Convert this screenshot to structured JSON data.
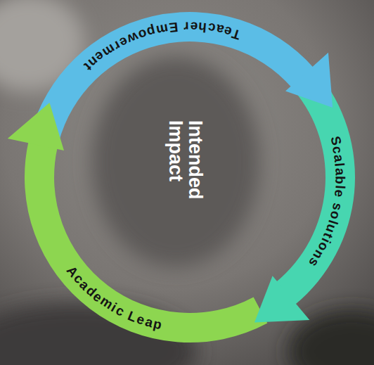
{
  "diagram": {
    "nodes": [
      {
        "text": [
          "Teacher Empowerment"
        ]
      },
      {
        "text": [
          "Scalable solutions"
        ]
      },
      {
        "text": [
          "Academic Leap"
        ]
      }
    ],
    "labels": [
      "Intended Impact"
    ]
  }
}
